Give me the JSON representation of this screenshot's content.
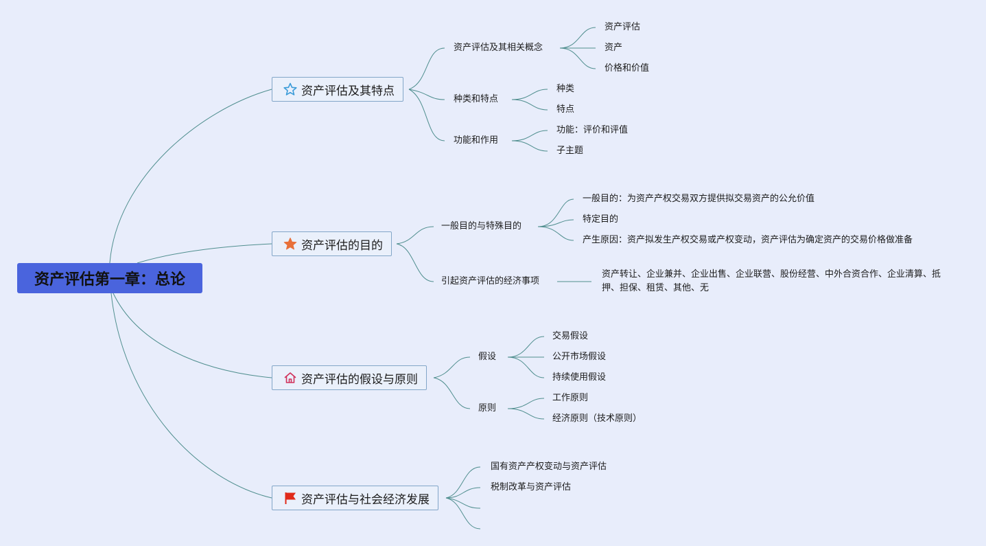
{
  "root": {
    "title": "资产评估第一章：总论"
  },
  "branches": [
    {
      "label": "资产评估及其特点",
      "icon": "star-outline-icon",
      "children": [
        {
          "label": "资产评估及其相关概念",
          "children": [
            "资产评估",
            "资产",
            "价格和价值"
          ]
        },
        {
          "label": "种类和特点",
          "children": [
            "种类",
            "特点"
          ]
        },
        {
          "label": "功能和作用",
          "children": [
            "功能：评价和评值",
            "子主题"
          ]
        }
      ]
    },
    {
      "label": "资产评估的目的",
      "icon": "star-filled-icon",
      "children": [
        {
          "label": "一般目的与特殊目的",
          "children": [
            "一般目的：为资产产权交易双方提供拟交易资产的公允价值",
            "特定目的",
            "产生原因：资产拟发生产权交易或产权变动，资产评估为确定资产的交易价格做准备"
          ]
        },
        {
          "label": "引起资产评估的经济事项",
          "children": [
            "资产转让、企业兼并、企业出售、企业联营、股份经营、中外合资合作、企业清算、抵押、担保、租赁、其他、无"
          ]
        }
      ]
    },
    {
      "label": "资产评估的假设与原则",
      "icon": "home-icon",
      "children": [
        {
          "label": "假设",
          "children": [
            "交易假设",
            "公开市场假设",
            "持续使用假设"
          ]
        },
        {
          "label": "原则",
          "children": [
            "工作原则",
            "经济原则（技术原则）"
          ]
        }
      ]
    },
    {
      "label": "资产评估与社会经济发展",
      "icon": "flag-icon",
      "children": [
        {
          "label": "国有资产产权变动与资产评估",
          "children": []
        },
        {
          "label": "税制改革与资产评估",
          "children": []
        },
        {
          "label": "",
          "children": []
        },
        {
          "label": "",
          "children": []
        }
      ]
    }
  ],
  "colors": {
    "background": "#e8edfb",
    "root_fill": "#4a64dd",
    "connector": "#4f8e8e",
    "topic_border": "#82a6c8",
    "star_outline": "#3a9bd8",
    "star_filled": "#e8703a",
    "home": "#d0305a",
    "flag": "#e02a1a"
  }
}
